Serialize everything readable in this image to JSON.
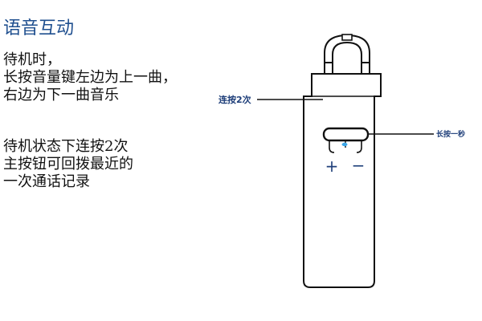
{
  "title": "语音互动",
  "paragraph_1": {
    "lines": [
      "待机时，",
      "长按音量键左边为上一曲，",
      "右边为下一曲音乐"
    ]
  },
  "paragraph_2": {
    "lines": [
      "待机状态下连按2次",
      "主按钮可回拨最近的",
      "一次通话记录"
    ]
  },
  "diagram": {
    "callout_double_press": "连按2次",
    "callout_long_press": "长按一秒",
    "volume_plus_symbol": "+",
    "volume_minus_symbol": "−",
    "led_color": "#3aa6e8",
    "label_color": "#1f3f7a"
  }
}
